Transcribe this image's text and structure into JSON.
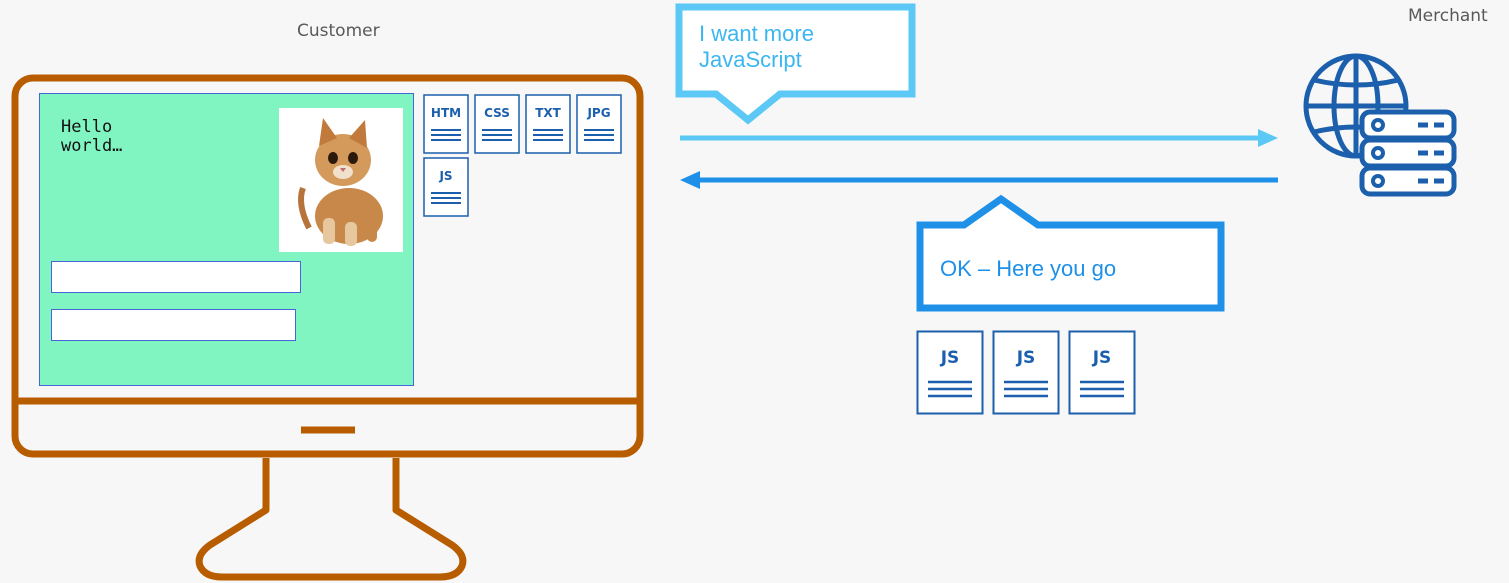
{
  "labels": {
    "customer": "Customer",
    "merchant": "Merchant"
  },
  "screen": {
    "hello_text": "Hello\nworld…"
  },
  "file_icons": [
    "HTM",
    "CSS",
    "TXT",
    "JPG",
    "JS"
  ],
  "request_bubble": {
    "text": "I want more JavaScript",
    "color": "#5bc8f5"
  },
  "response_bubble": {
    "text": "OK – Here you go",
    "color": "#1e90e8"
  },
  "js_files": [
    "JS",
    "JS",
    "JS"
  ],
  "colors": {
    "monitor": "#b85c00",
    "screen_bg": "#80f5c2",
    "screen_border": "#4466d8",
    "server": "#1b5fad"
  },
  "icons": {
    "server": "globe-server-icon",
    "kitten": "kitten-photo"
  }
}
